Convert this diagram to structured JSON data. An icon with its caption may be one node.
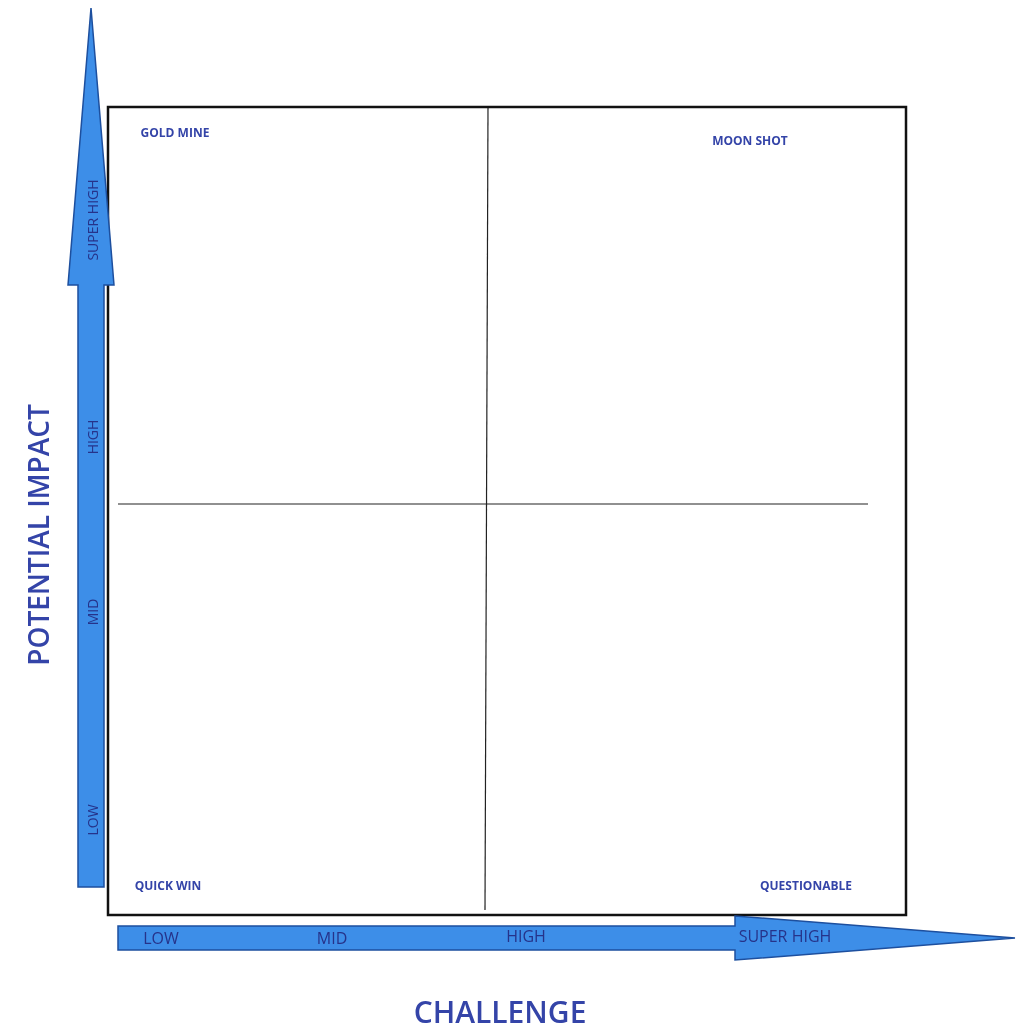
{
  "diagram": {
    "labels": [
      "GOLD MINE",
      "MOON SHOT",
      "QUICK WIN",
      "QUESTIONABLE",
      "SUPER HIGH",
      "HIGH",
      "MID",
      "LOW",
      "POTENTIAL IMPACT",
      "LOW",
      "MID",
      "HIGH",
      "SUPER HIGH",
      "CHALLENGE"
    ]
  }
}
